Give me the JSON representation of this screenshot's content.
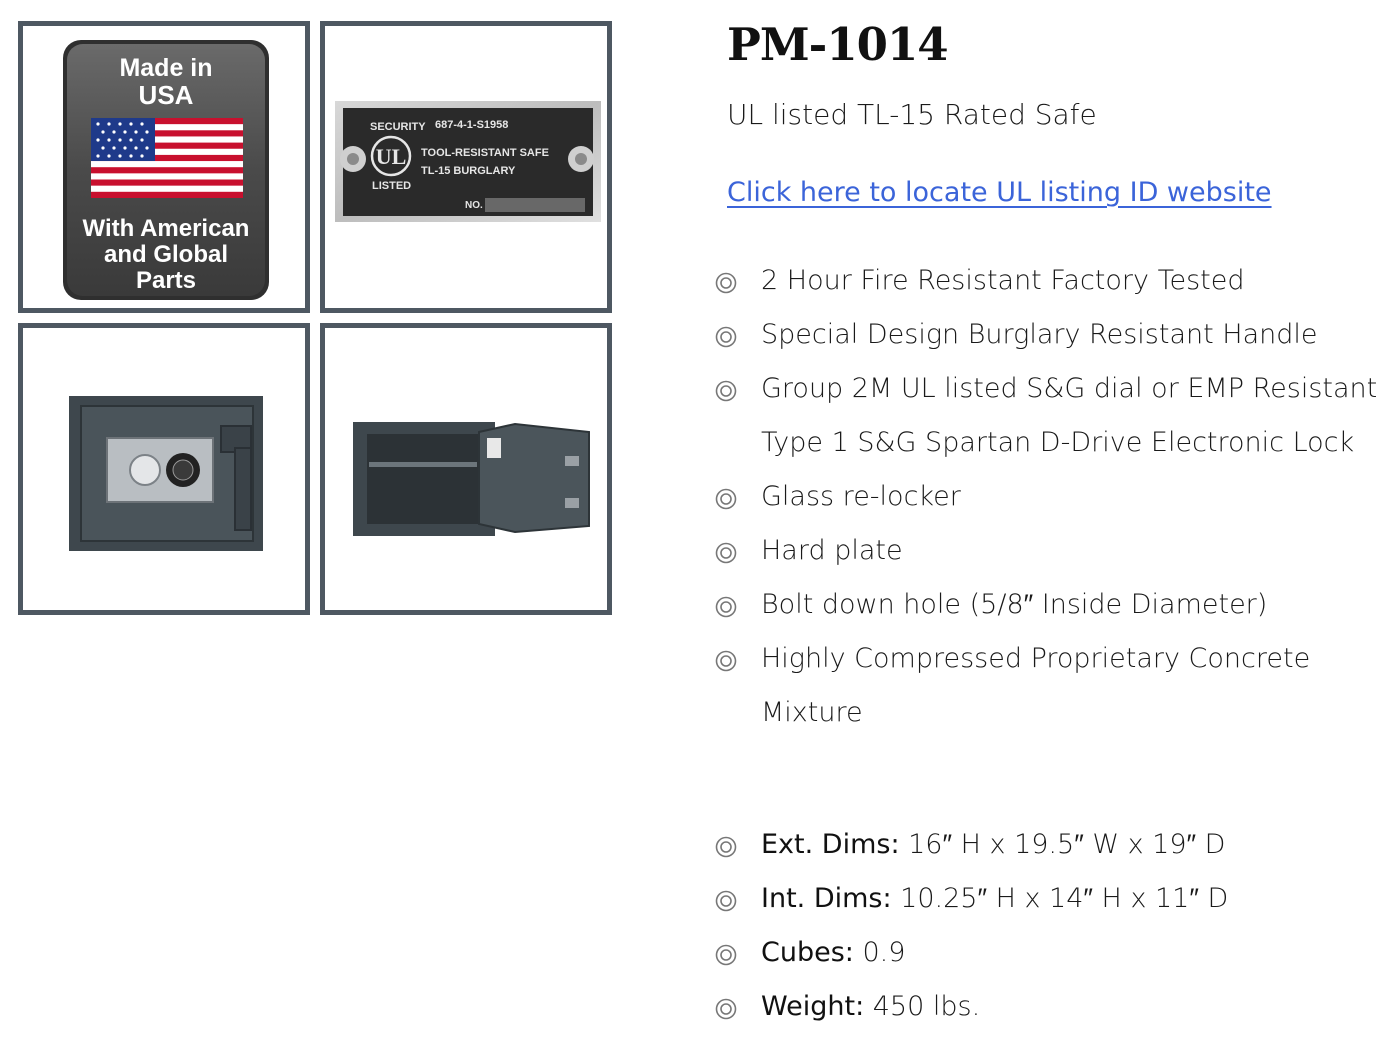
{
  "gallery": {
    "made_in_usa": {
      "top": [
        "Made in",
        "USA"
      ],
      "bottom": [
        "With American",
        "and Global",
        "Parts"
      ]
    },
    "ul_plate": {
      "security": "SECURITY",
      "number": "687-4-1-S1958",
      "line1": "TOOL-RESISTANT SAFE",
      "line2": "TL-15 BURGLARY",
      "listed": "LISTED",
      "no": "NO."
    }
  },
  "product": {
    "title": "PM-1014",
    "subtitle": "UL listed TL-15 Rated Safe",
    "ul_link": "Click here to locate UL listing ID website",
    "features": [
      "2 Hour Fire Resistant Factory Tested",
      "Special Design Burglary Resistant Handle",
      "Group 2M UL listed S&G dial or EMP Resistant Type 1 S&G Spartan D-Drive Electronic Lock",
      "Glass re-locker",
      "Hard plate",
      "Bolt down hole (5/8″ Inside Diameter)",
      "Highly Compressed Proprietary Concrete Mixture"
    ],
    "specs": [
      {
        "label": "Ext. Dims:",
        "value": " 16″ H x 19.5″ W x 19″ D"
      },
      {
        "label": "Int. Dims:",
        "value": " 10.25″ H x 14″ H x 11″ D"
      },
      {
        "label": "Cubes:",
        "value": " 0.9"
      },
      {
        "label": "Weight:",
        "value": " 450 lbs."
      }
    ]
  },
  "icons": {
    "bullet": "target-circle-icon",
    "bullet_color": "#777777",
    "border_color": "#4e5862",
    "link_color": "#3b64d9"
  }
}
